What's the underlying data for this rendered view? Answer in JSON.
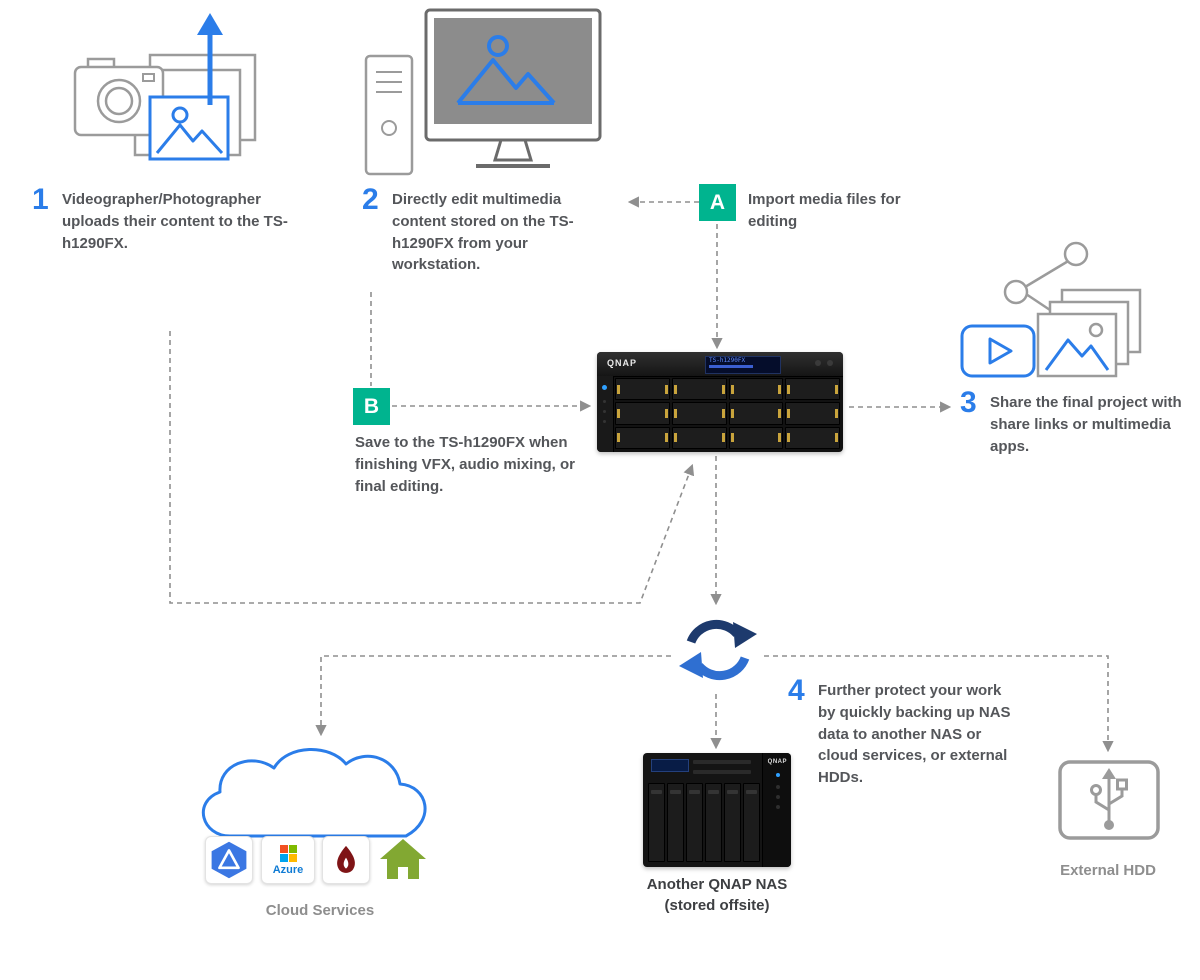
{
  "colors": {
    "accent_blue": "#2b7de9",
    "badge_teal": "#00b48f",
    "text_gray": "#54565a",
    "muted_gray": "#8e8e8e",
    "line_gray": "#8f8f8f",
    "azure_blue": "#0f7bd4",
    "house_green": "#82a832",
    "flame_red": "#7f1416",
    "sync_navy": "#1d3a6d"
  },
  "steps": [
    {
      "num": "1",
      "text": "Videographer/Photographer uploads their content to the TS-h1290FX."
    },
    {
      "num": "2",
      "text": "Directly edit multimedia content stored on the TS-h1290FX from your workstation."
    },
    {
      "num": "3",
      "text": "Share the final project with share links or multimedia apps."
    },
    {
      "num": "4",
      "text": "Further protect your work by quickly backing up NAS data to another NAS or cloud services, or external HDDs."
    }
  ],
  "badges": {
    "a": {
      "label": "A",
      "text": "Import media files for editing"
    },
    "b": {
      "label": "B",
      "text": "Save to the TS-h1290FX when finishing VFX, audio mixing, or final editing."
    }
  },
  "nas": {
    "brand": "QNAP",
    "lcd": "TS-h1290FX"
  },
  "nas2": {
    "brand": "QNAP",
    "label_line1": "Another QNAP NAS",
    "label_line2": "(stored offsite)"
  },
  "cloud": {
    "label": "Cloud Services",
    "azure_label": "Azure"
  },
  "hdd": {
    "label": "External HDD"
  }
}
